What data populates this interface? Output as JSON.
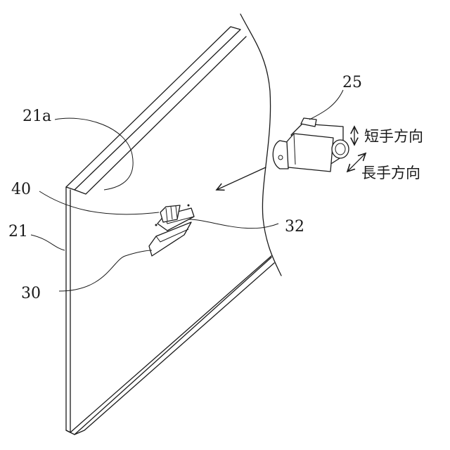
{
  "labels": {
    "ref_25": "25",
    "ref_21a": "21a",
    "ref_40": "40",
    "ref_32": "32",
    "ref_21": "21",
    "ref_30": "30"
  },
  "directions": {
    "short": "短手方向",
    "long": "長手方向"
  }
}
